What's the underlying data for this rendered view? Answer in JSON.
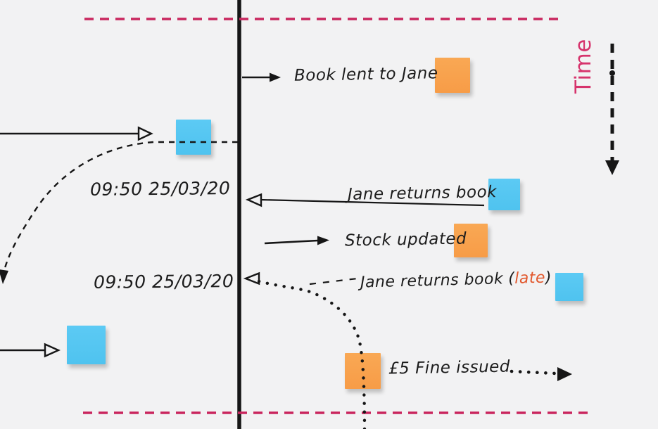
{
  "board": {
    "background": "#f2f2f3",
    "timeline_color": "#161616",
    "divider_color": "#c9265e"
  },
  "time_axis": {
    "label": "Time",
    "color": "#d6336c"
  },
  "timestamps": [
    {
      "text": "09:50 25/03/20"
    },
    {
      "text": "09:50 25/03/20"
    }
  ],
  "events": [
    {
      "label": "Book lent to Jane",
      "sticky": "orange"
    },
    {
      "label": "Jane returns book",
      "sticky": "blue"
    },
    {
      "label": "Stock updated",
      "sticky": "orange"
    },
    {
      "label": "Jane returns book",
      "paren_open": "(",
      "late_word": "late",
      "paren_close": ")",
      "sticky": "blue"
    },
    {
      "label": "£5 Fine issued",
      "sticky": "orange"
    }
  ],
  "colors": {
    "sticky_orange": "#f8a14f",
    "sticky_blue": "#55c8f2",
    "late_text": "#e2582d",
    "accent_pink": "#d6336c"
  }
}
